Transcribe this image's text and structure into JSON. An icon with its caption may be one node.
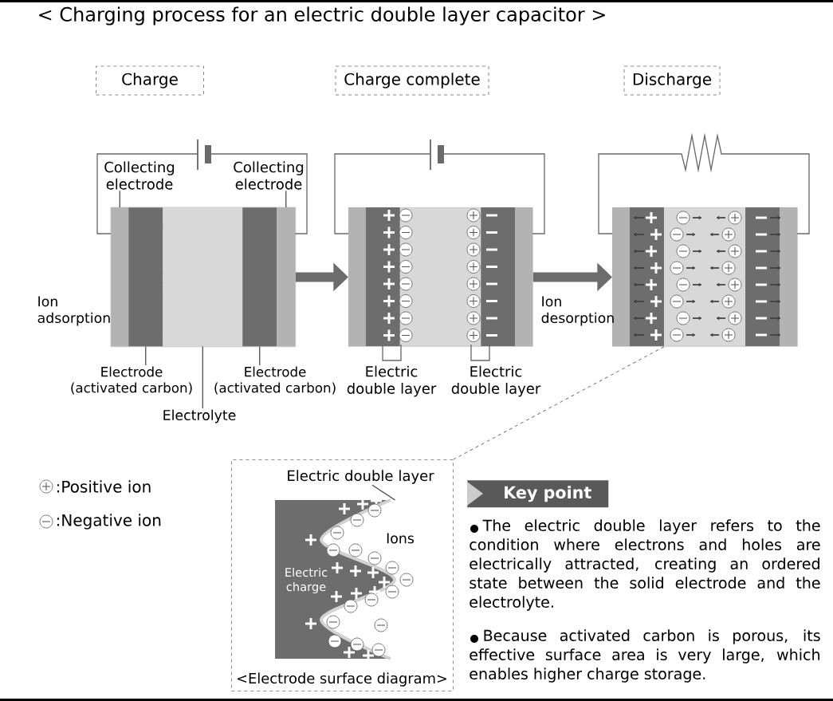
{
  "diagram": {
    "title": "< Charging process for an electric double layer capacitor >",
    "nodes": [
      {
        "text": [
          "Charge"
        ]
      },
      {
        "text": [
          "Charge complete"
        ]
      },
      {
        "text": [
          "Discharge"
        ]
      },
      {
        "text": [],
        "shape": "box"
      },
      {
        "text": [],
        "shape": "box",
        "in": 3
      },
      {
        "text": [],
        "shape": "box",
        "in": 3
      },
      {
        "text": [],
        "shape": "box",
        "in": 3
      },
      {
        "text": [],
        "shape": "box",
        "in": 3
      },
      {
        "text": [],
        "shape": "box",
        "in": 3
      },
      {
        "text": [],
        "shape": "box"
      },
      {
        "text": [],
        "shape": "box"
      },
      {
        "text": [
          "Collecting electrode"
        ]
      },
      {
        "text": [
          "Collecting electrode"
        ]
      },
      {
        "text": [
          "Electrode (activated carbon)"
        ]
      },
      {
        "text": [
          "Electrode (activated carbon)"
        ]
      },
      {
        "text": [
          "Electrolyte"
        ]
      },
      {
        "text": [
          "<Electrode surface diagram>"
        ]
      },
      {
        "text": [
          "Electric double layer"
        ],
        "in": 16
      },
      {
        "text": [],
        "shape": "picture",
        "in": 16
      },
      {
        "text": [
          "Key point"
        ]
      }
    ],
    "edges": [
      {
        "from": 3,
        "to": 9,
        "arrow": "to",
        "style": "thick"
      },
      {
        "from": 9,
        "to": 10,
        "arrow": "to",
        "style": "thick"
      },
      {
        "from": 11,
        "to": 4,
        "arrow": "none"
      },
      {
        "from": 12,
        "to": 8,
        "arrow": "none"
      },
      {
        "from": 13,
        "to": 5,
        "arrow": "none"
      },
      {
        "from": 14,
        "to": 7,
        "arrow": "none"
      },
      {
        "from": 15,
        "to": 6,
        "arrow": "none"
      },
      {
        "from": 10,
        "to": 16,
        "arrow": "none",
        "style": "dashed"
      },
      {
        "from": 17,
        "to": 18,
        "arrow": "none"
      }
    ],
    "labels": [
      "Ion adsorption",
      "Ion desorption",
      "Electric double layer",
      "Electric double layer",
      "Ions",
      "Electric charge",
      "The electric double layer refers to the condition where electrons and holes are electrically attracted, creating an ordered state between the solid electrode and the electrolyte.",
      "Because activated carbon is porous, its effective surface area is very large, which enables higher charge storage."
    ],
    "legend": [
      {
        "text": ":Positive ion"
      },
      {
        "text": ":Negative ion"
      }
    ]
  }
}
